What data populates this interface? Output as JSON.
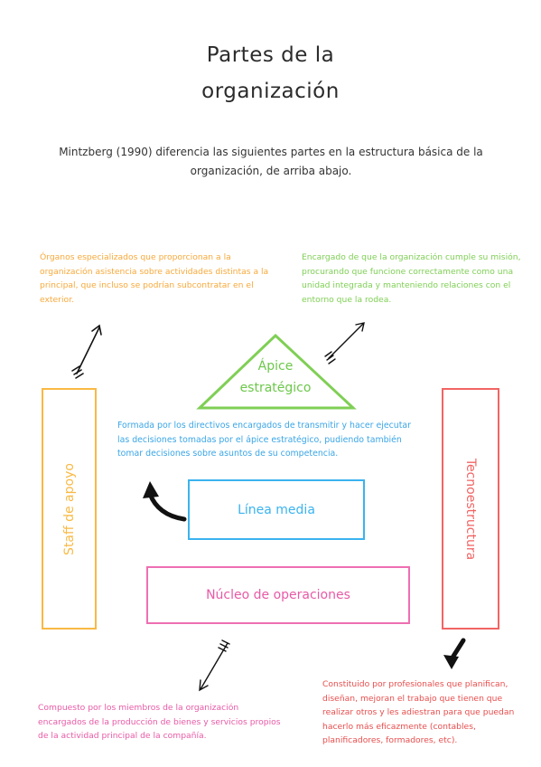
{
  "title": {
    "line1": "Partes de la",
    "line2": "organización"
  },
  "intro": "Mintzberg (1990) diferencia las siguientes partes en la estructura básica de la organización, de arriba abajo.",
  "parts": {
    "apex": "Ápice\nestratégico",
    "staff": "Staff de apoyo",
    "tecno": "Tecnoestructura",
    "linea": "Línea media",
    "nucleo": "Núcleo de operaciones"
  },
  "notes": {
    "staff": "Órganos especializados que proporcionan a la organización asistencia sobre actividades distintas a la principal, que incluso se podrían subcontratar en el exterior.",
    "apex": "Encargado de que la organización cumple su misión, procurando que funcione correctamente como una unidad integrada y manteniendo relaciones con el entorno que la rodea.",
    "linea": "Formada por los directivos encargados de transmitir y hacer ejecutar las decisiones tomadas por el ápice estratégico, pudiendo también tomar decisiones sobre asuntos de su competencia.",
    "nucleo": "Compuesto por los miembros de la organización encargados de la producción de bienes y servicios propios de la actividad principal de la compañía.",
    "tecno": "Constituido por profesionales que planifican, diseñan, mejoran el trabajo que tienen que realizar otros y les adiestran para que puedan hacerlo más eficazmente (contables, planificadores, formadores, etc)."
  },
  "colors": {
    "staff": "#f9b944",
    "apex": "#7fcf55",
    "linea": "#3ab3ef",
    "nucleo": "#e85aa6",
    "tecno": "#f26464",
    "arrow": "#111111"
  }
}
